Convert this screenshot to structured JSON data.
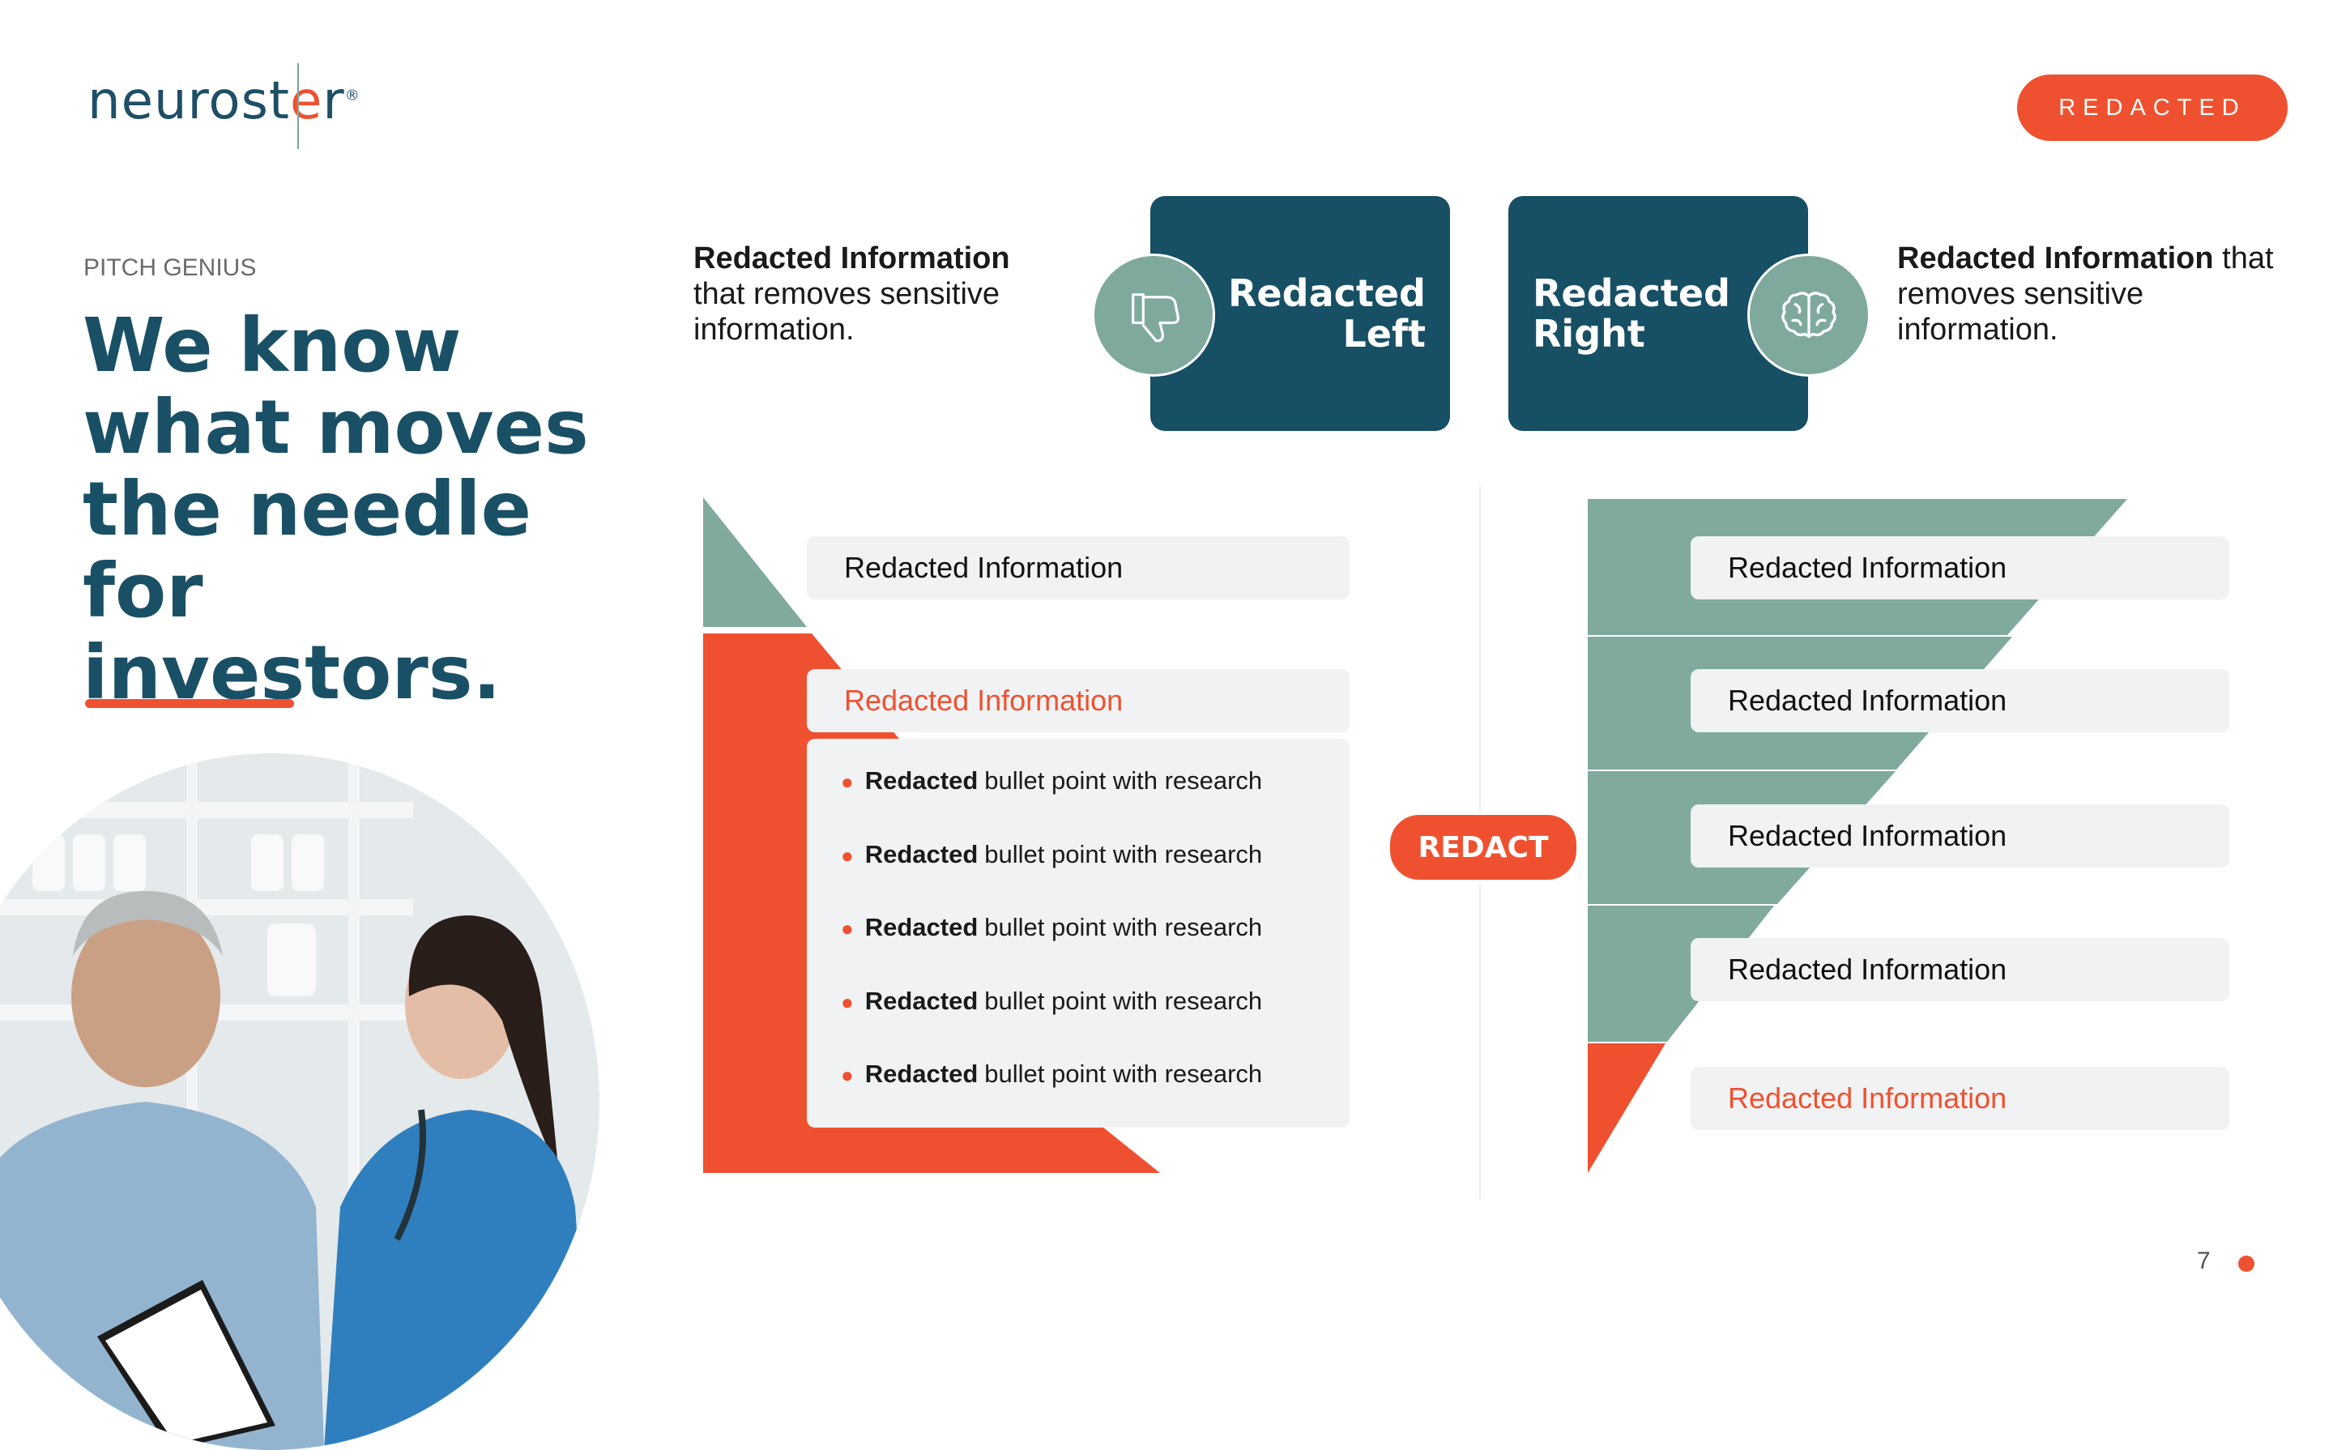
{
  "logo": {
    "text_main": "neurost",
    "text_accent": "e",
    "text_end": "r",
    "reg_mark": "®"
  },
  "header_pill": "REDACTED",
  "left": {
    "kicker": "PITCH GENIUS",
    "headline": "We know what moves the needle for investors."
  },
  "top": {
    "left_info": {
      "bold": "Redacted Information",
      "rest": " that removes sensitive information."
    },
    "right_info": {
      "bold": "Redacted Information",
      "rest": " that removes sensitive information."
    },
    "card_left": {
      "line1": "Redacted",
      "line2": "Left",
      "icon": "thumbs-down-icon"
    },
    "card_right": {
      "line1": "Redacted",
      "line2": "Right",
      "icon": "brain-icon"
    }
  },
  "left_diagram": {
    "box1": "Redacted Information",
    "box2": "Redacted Information",
    "bullets": [
      {
        "bold": "Redacted",
        "text": "bullet point with research"
      },
      {
        "bold": "Redacted",
        "text": "bullet point with research"
      },
      {
        "bold": "Redacted",
        "text": "bullet point with research"
      },
      {
        "bold": "Redacted",
        "text": "bullet point with research"
      },
      {
        "bold": "Redacted",
        "text": "bullet point with research"
      }
    ]
  },
  "center_pill": "REDACT",
  "right_diagram": {
    "items": [
      "Redacted Information",
      "Redacted Information",
      "Redacted Information",
      "Redacted Information",
      "Redacted Information"
    ]
  },
  "colors": {
    "teal_dark": "#174f64",
    "sage": "#80aa9e",
    "orange": "#ef5130",
    "panel": "#f0f2f3"
  },
  "page_number": "7"
}
